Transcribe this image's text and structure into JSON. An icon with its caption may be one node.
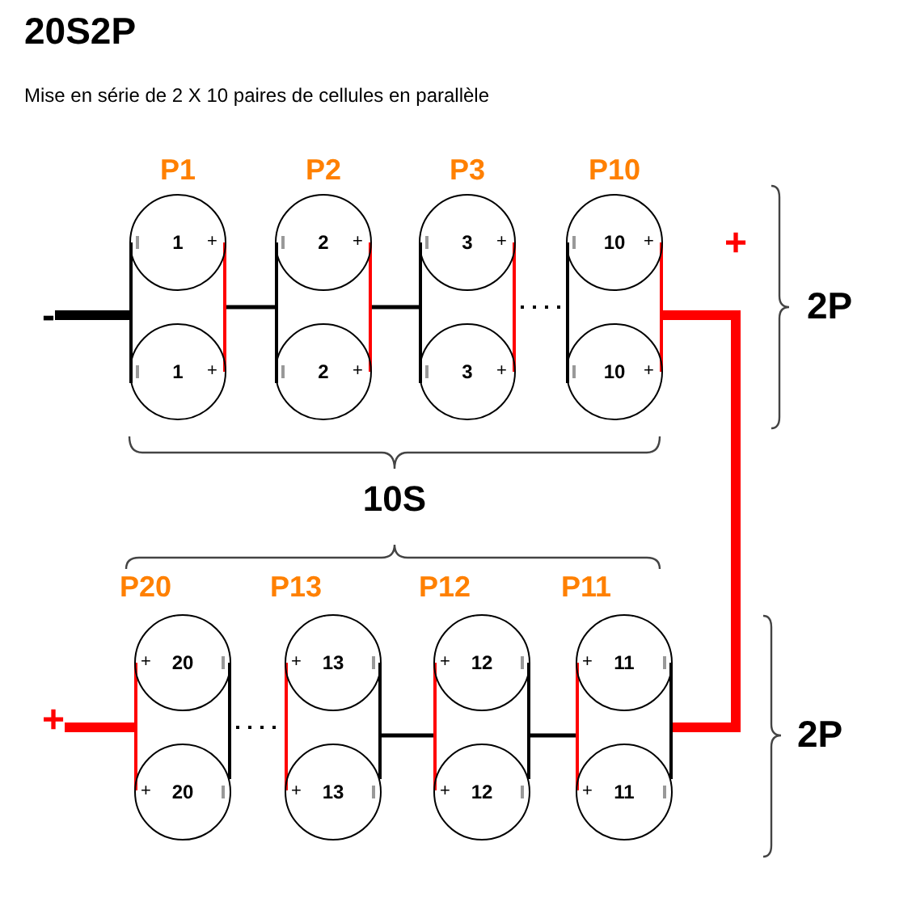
{
  "diagram": {
    "title": "20S2P",
    "nodes": [
      {
        "text": [
          "-"
        ]
      },
      {
        "text": [
          "P1"
        ]
      },
      {
        "text": [
          "1",
          "+"
        ],
        "in": 1
      },
      {
        "text": [
          "1",
          "+"
        ],
        "in": 1
      },
      {
        "text": [
          "P2"
        ]
      },
      {
        "text": [
          "2",
          "+"
        ],
        "in": 4
      },
      {
        "text": [
          "2",
          "+"
        ],
        "in": 4
      },
      {
        "text": [
          "P3"
        ]
      },
      {
        "text": [
          "3",
          "+"
        ],
        "in": 7
      },
      {
        "text": [
          "3",
          "+"
        ],
        "in": 7
      },
      {
        "text": [
          "P10"
        ]
      },
      {
        "text": [
          "10",
          "+"
        ],
        "in": 10
      },
      {
        "text": [
          "10",
          "+"
        ],
        "in": 10
      },
      {
        "text": [
          "+"
        ]
      },
      {
        "text": [
          "P20"
        ]
      },
      {
        "text": [
          "+",
          "20"
        ],
        "in": 14
      },
      {
        "text": [
          "+",
          "20"
        ],
        "in": 14
      },
      {
        "text": [
          "P13"
        ]
      },
      {
        "text": [
          "+",
          "13"
        ],
        "in": 17
      },
      {
        "text": [
          "+",
          "13"
        ],
        "in": 17
      },
      {
        "text": [
          "P12"
        ]
      },
      {
        "text": [
          "+",
          "12"
        ],
        "in": 20
      },
      {
        "text": [
          "+",
          "12"
        ],
        "in": 20
      },
      {
        "text": [
          "P11"
        ]
      },
      {
        "text": [
          "+",
          "11"
        ],
        "in": 23
      },
      {
        "text": [
          "+",
          "11"
        ],
        "in": 23
      }
    ],
    "edges": [
      {
        "from": 0,
        "to": 1,
        "arrow": "none",
        "style": "thick"
      },
      {
        "from": 2,
        "to": 3,
        "arrow": "none"
      },
      {
        "from": 2,
        "to": 3,
        "arrow": "none",
        "color": "#ff0000"
      },
      {
        "from": 1,
        "to": 4,
        "arrow": "none"
      },
      {
        "from": 5,
        "to": 6,
        "arrow": "none"
      },
      {
        "from": 5,
        "to": 6,
        "arrow": "none",
        "color": "#ff0000"
      },
      {
        "from": 4,
        "to": 7,
        "arrow": "none"
      },
      {
        "from": 8,
        "to": 9,
        "arrow": "none"
      },
      {
        "from": 8,
        "to": 9,
        "arrow": "none",
        "color": "#ff0000"
      },
      {
        "from": 7,
        "to": 10,
        "arrow": "none",
        "style": "dashed"
      },
      {
        "from": 11,
        "to": 12,
        "arrow": "none"
      },
      {
        "from": 11,
        "to": 12,
        "arrow": "none",
        "color": "#ff0000"
      },
      {
        "from": 10,
        "to": 23,
        "arrow": "none",
        "style": "thick",
        "color": "#ff0000"
      },
      {
        "from": 13,
        "to": 14,
        "arrow": "none",
        "style": "thick",
        "color": "#ff0000"
      },
      {
        "from": 15,
        "to": 16,
        "arrow": "none",
        "color": "#ff0000"
      },
      {
        "from": 15,
        "to": 16,
        "arrow": "none"
      },
      {
        "from": 14,
        "to": 17,
        "arrow": "none",
        "style": "dashed"
      },
      {
        "from": 18,
        "to": 19,
        "arrow": "none",
        "color": "#ff0000"
      },
      {
        "from": 18,
        "to": 19,
        "arrow": "none"
      },
      {
        "from": 17,
        "to": 20,
        "arrow": "none"
      },
      {
        "from": 21,
        "to": 22,
        "arrow": "none",
        "color": "#ff0000"
      },
      {
        "from": 21,
        "to": 22,
        "arrow": "none"
      },
      {
        "from": 20,
        "to": 23,
        "arrow": "none"
      },
      {
        "from": 24,
        "to": 25,
        "arrow": "none",
        "color": "#ff0000"
      },
      {
        "from": 24,
        "to": 25,
        "arrow": "none"
      }
    ],
    "labels": [
      "Mise en série de 2 X 10 paires de cellules en parallèle",
      "+",
      "2P",
      "10S",
      "2P"
    ]
  }
}
